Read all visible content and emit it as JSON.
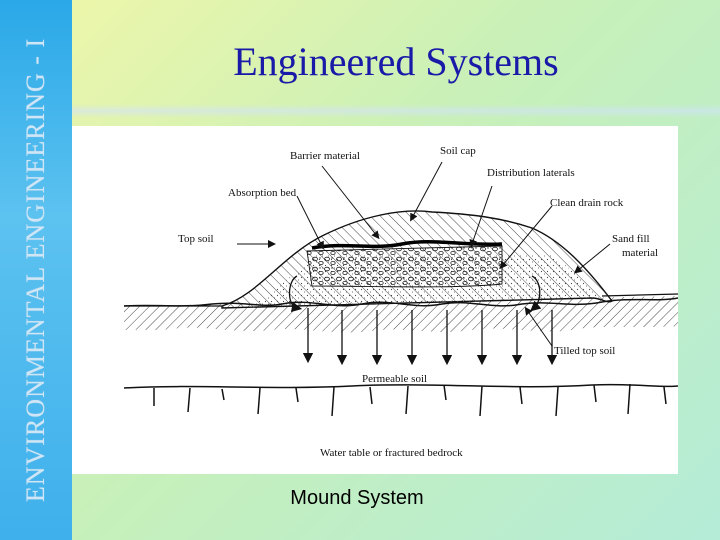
{
  "sidebar": {
    "title": "ENVIRONMENTAL ENGINEERING - I"
  },
  "slide": {
    "title": "Engineered Systems",
    "caption": "Mound System"
  },
  "diagram": {
    "labels": {
      "barrier_material": "Barrier material",
      "soil_cap": "Soil cap",
      "distribution_laterals": "Distribution laterals",
      "absorption_bed": "Absorption bed",
      "clean_drain_rock": "Clean drain rock",
      "top_soil": "Top soil",
      "sand_fill_material_1": "Sand fill",
      "sand_fill_material_2": "material",
      "tilled_top_soil": "Tilled top soil",
      "permeable_soil": "Permeable soil",
      "water_table": "Water table or fractured bedrock"
    }
  }
}
